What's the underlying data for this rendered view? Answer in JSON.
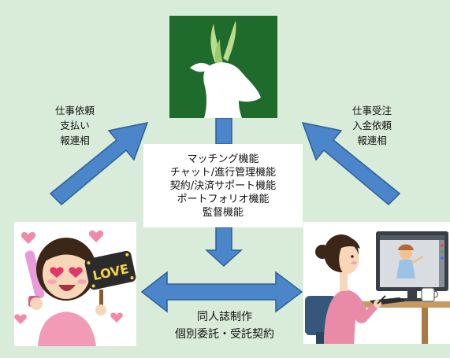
{
  "center_features": [
    "マッチング機能",
    "チャット/進行管理機能",
    "契約/決済サポート機能",
    "ポートフォリオ機能",
    "監督機能"
  ],
  "left_flow_labels": [
    "仕事依頼",
    "支払い",
    "報連相"
  ],
  "right_flow_labels": [
    "仕事受注",
    "入金依頼",
    "報連相"
  ],
  "bottom_labels": [
    "同人誌制作",
    "個別委託・受託契約"
  ],
  "fan_sign_text": "LOVE",
  "icons": {
    "logo": "deer-head-logo",
    "fan": "fan-with-love-sign-illustration",
    "artist": "artist-with-pen-tablet-illustration"
  },
  "colors": {
    "background": "#d9ecd9",
    "arrow_fill": "#4a86c9",
    "arrow_stroke": "#2f5f96",
    "logo_bg": "#1f6b2c"
  }
}
